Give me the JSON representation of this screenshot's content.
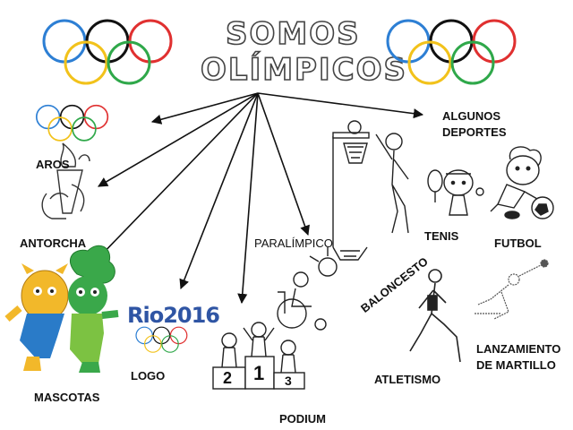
{
  "title": {
    "line1": "SOMOS",
    "line2": "OLÍMPICOS"
  },
  "ring_colors": [
    "#2d7fd4",
    "#111111",
    "#e03030",
    "#f2c21b",
    "#2fa84a"
  ],
  "nodes": {
    "aros": "AROS",
    "antorcha": "ANTORCHA",
    "mascotas": "MASCOTAS",
    "logo": "LOGO",
    "logo_text": "Rio2016",
    "podium": "PODIUM",
    "paralimpico": "PARALÍMPICO",
    "deportes": [
      "ALGUNOS",
      "DEPORTES"
    ]
  },
  "podium_numbers": [
    "2",
    "1",
    "3"
  ],
  "sports": {
    "tenis": "TENIS",
    "futbol": "FUTBOL",
    "baloncesto": "BALONCESTO",
    "atletismo": "ATLETISMO",
    "martillo": [
      "LANZAMIENTO",
      "DE MARTILLO"
    ]
  }
}
